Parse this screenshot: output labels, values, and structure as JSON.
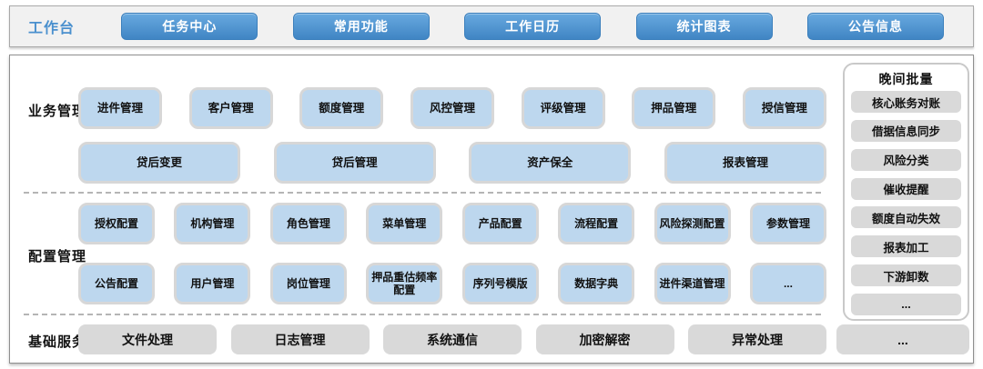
{
  "colors": {
    "nav_blue": "#4E97D3",
    "tile_blue": "#BDD7EE",
    "tile_border": "#D7D7D7",
    "gray_button": "#D9D9D9",
    "workbench_text_blue": "#4A90CE"
  },
  "topbar": {
    "label": "工作台",
    "buttons": [
      "任务中心",
      "常用功能",
      "工作日历",
      "统计图表",
      "公告信息"
    ]
  },
  "sections": {
    "business": {
      "label": "业务管理",
      "row1": [
        "进件管理",
        "客户管理",
        "额度管理",
        "风控管理",
        "评级管理",
        "押品管理",
        "授信管理"
      ],
      "row2": [
        "贷后变更",
        "贷后管理",
        "资产保全",
        "报表管理"
      ]
    },
    "config": {
      "label": "配置管理",
      "row1": [
        "授权配置",
        "机构管理",
        "角色管理",
        "菜单管理",
        "产品配置",
        "流程配置",
        "风险探测配置",
        "参数管理"
      ],
      "row2": [
        "公告配置",
        "用户管理",
        "岗位管理",
        "押品重估频率配置",
        "序列号模版",
        "数据字典",
        "进件渠道管理",
        "..."
      ]
    },
    "basic": {
      "label": "基础服务",
      "items": [
        "文件处理",
        "日志管理",
        "系统通信",
        "加密解密",
        "异常处理"
      ],
      "more": "..."
    },
    "night_batch": {
      "title": "晚间批量",
      "items": [
        "核心账务对账",
        "借据信息同步",
        "风险分类",
        "催收提醒",
        "额度自动失效",
        "报表加工",
        "下游卸数",
        "..."
      ]
    }
  }
}
